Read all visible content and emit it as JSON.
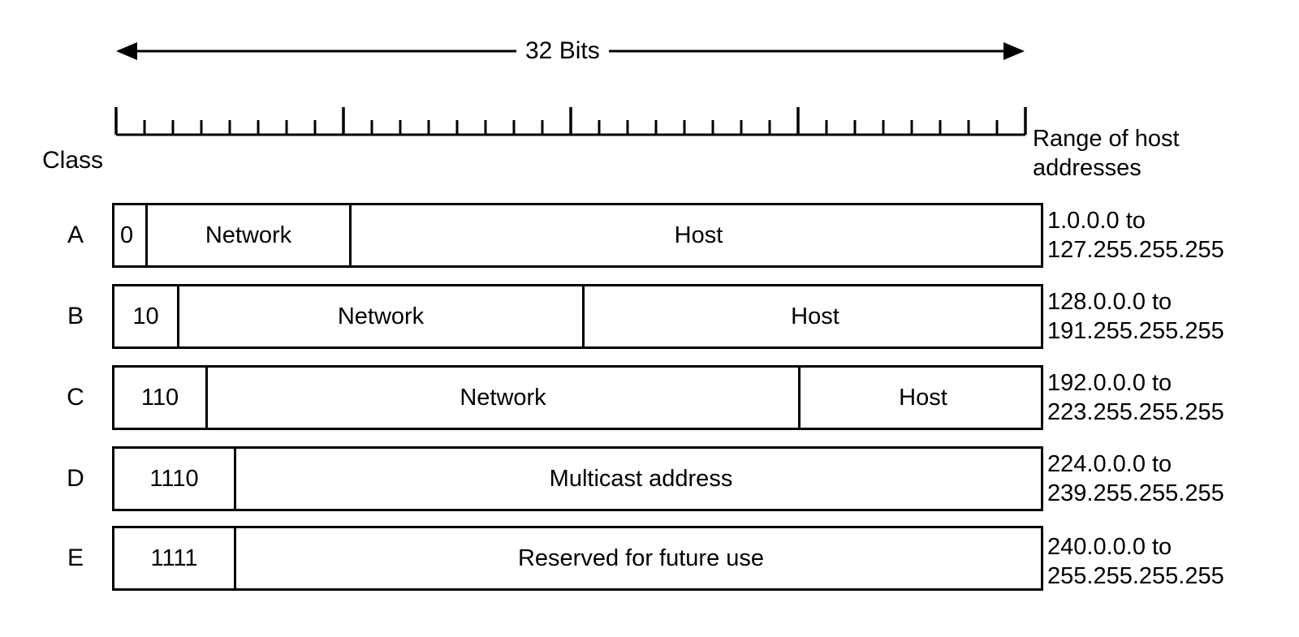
{
  "figure": {
    "width_label": "32 Bits",
    "bit_count": 32,
    "class_header": "Class",
    "range_header_line1": "Range of host",
    "range_header_line2": "addresses",
    "line_color": "#000000",
    "background_color": "#ffffff"
  },
  "rows": [
    {
      "letter": "A",
      "cells": [
        {
          "label": "0",
          "kind": "prefix"
        },
        {
          "label": "Network",
          "kind": "network"
        },
        {
          "label": "Host",
          "kind": "host"
        }
      ],
      "range_line1": "1.0.0.0 to",
      "range_line2": "127.255.255.255"
    },
    {
      "letter": "B",
      "cells": [
        {
          "label": "10",
          "kind": "prefix"
        },
        {
          "label": "Network",
          "kind": "network"
        },
        {
          "label": "Host",
          "kind": "host"
        }
      ],
      "range_line1": "128.0.0.0 to",
      "range_line2": "191.255.255.255"
    },
    {
      "letter": "C",
      "cells": [
        {
          "label": "110",
          "kind": "prefix"
        },
        {
          "label": "Network",
          "kind": "network"
        },
        {
          "label": "Host",
          "kind": "host"
        }
      ],
      "range_line1": "192.0.0.0 to",
      "range_line2": "223.255.255.255"
    },
    {
      "letter": "D",
      "cells": [
        {
          "label": "1110",
          "kind": "prefix"
        },
        {
          "label": "Multicast address",
          "kind": "payload"
        }
      ],
      "range_line1": "224.0.0.0 to",
      "range_line2": "239.255.255.255"
    },
    {
      "letter": "E",
      "cells": [
        {
          "label": "1111",
          "kind": "prefix"
        },
        {
          "label": "Reserved for future use",
          "kind": "payload"
        }
      ],
      "range_line1": "240.0.0.0 to",
      "range_line2": "255.255.255.255"
    }
  ]
}
